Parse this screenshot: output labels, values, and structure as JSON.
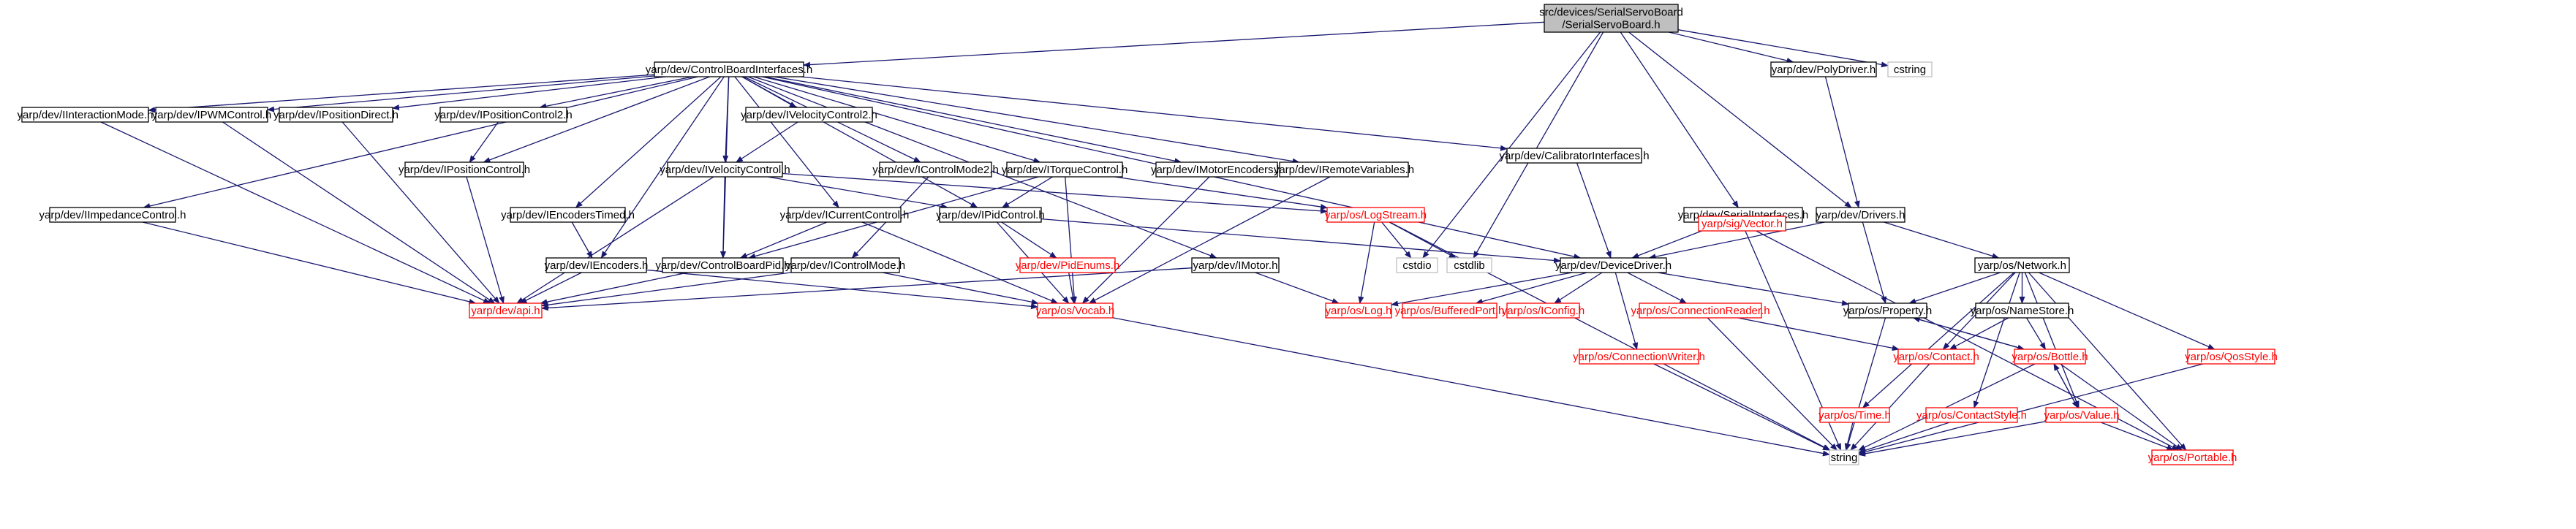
{
  "diagram": {
    "type": "include-dependency-graph",
    "colors": {
      "root_fill": "#bfbfbf",
      "node_fill": "#ffffff",
      "linked_border": "#000000",
      "linked_text": "#000000",
      "external_border": "#ff0000",
      "external_text": "#ff0000",
      "system_border": "#bfbfbf",
      "edge": "#191970"
    },
    "nodes": [
      {
        "id": "root",
        "label": [
          "src/devices/SerialServoBoard",
          "/SerialServoBoard.h"
        ],
        "kind": "root"
      },
      {
        "id": "cbi",
        "label": [
          "yarp/dev/ControlBoardInterfaces.h"
        ],
        "kind": "link"
      },
      {
        "id": "polydrv",
        "label": [
          "yarp/dev/PolyDriver.h"
        ],
        "kind": "link"
      },
      {
        "id": "cstring",
        "label": [
          "cstring"
        ],
        "kind": "system"
      },
      {
        "id": "iim",
        "label": [
          "yarp/dev/IInteractionMode.h"
        ],
        "kind": "link"
      },
      {
        "id": "ipwm",
        "label": [
          "yarp/dev/IPWMControl.h"
        ],
        "kind": "link"
      },
      {
        "id": "ipd",
        "label": [
          "yarp/dev/IPositionDirect.h"
        ],
        "kind": "link"
      },
      {
        "id": "ipc2",
        "label": [
          "yarp/dev/IPositionControl2.h"
        ],
        "kind": "link"
      },
      {
        "id": "ivc2",
        "label": [
          "yarp/dev/IVelocityControl2.h"
        ],
        "kind": "link"
      },
      {
        "id": "calib",
        "label": [
          "yarp/dev/CalibratorInterfaces.h"
        ],
        "kind": "link"
      },
      {
        "id": "ipc",
        "label": [
          "yarp/dev/IPositionControl.h"
        ],
        "kind": "link"
      },
      {
        "id": "ivc",
        "label": [
          "yarp/dev/IVelocityControl.h"
        ],
        "kind": "link"
      },
      {
        "id": "icm2",
        "label": [
          "yarp/dev/IControlMode2.h"
        ],
        "kind": "link"
      },
      {
        "id": "itc",
        "label": [
          "yarp/dev/ITorqueControl.h"
        ],
        "kind": "link"
      },
      {
        "id": "ime",
        "label": [
          "yarp/dev/IMotorEncoders.h"
        ],
        "kind": "link"
      },
      {
        "id": "irv",
        "label": [
          "yarp/dev/IRemoteVariables.h"
        ],
        "kind": "link"
      },
      {
        "id": "serif",
        "label": [
          "yarp/dev/SerialInterfaces.h"
        ],
        "kind": "link"
      },
      {
        "id": "drivers",
        "label": [
          "yarp/dev/Drivers.h"
        ],
        "kind": "link"
      },
      {
        "id": "iimp",
        "label": [
          "yarp/dev/IImpedanceControl.h"
        ],
        "kind": "link"
      },
      {
        "id": "iet",
        "label": [
          "yarp/dev/IEncodersTimed.h"
        ],
        "kind": "link"
      },
      {
        "id": "icc",
        "label": [
          "yarp/dev/ICurrentControl.h"
        ],
        "kind": "link"
      },
      {
        "id": "ipid",
        "label": [
          "yarp/dev/IPidControl.h"
        ],
        "kind": "link"
      },
      {
        "id": "logstream",
        "label": [
          "yarp/os/LogStream.h"
        ],
        "kind": "external"
      },
      {
        "id": "svector",
        "label": [
          "yarp/sig/Vector.h"
        ],
        "kind": "external"
      },
      {
        "id": "ienc",
        "label": [
          "yarp/dev/IEncoders.h"
        ],
        "kind": "link"
      },
      {
        "id": "cbpid",
        "label": [
          "yarp/dev/ControlBoardPid.h"
        ],
        "kind": "link"
      },
      {
        "id": "icm",
        "label": [
          "yarp/dev/IControlMode.h"
        ],
        "kind": "link"
      },
      {
        "id": "pidenums",
        "label": [
          "yarp/dev/PidEnums.h"
        ],
        "kind": "external"
      },
      {
        "id": "imotor",
        "label": [
          "yarp/dev/IMotor.h"
        ],
        "kind": "link"
      },
      {
        "id": "cstdio",
        "label": [
          "cstdio"
        ],
        "kind": "system"
      },
      {
        "id": "cstdlib",
        "label": [
          "cstdlib"
        ],
        "kind": "system"
      },
      {
        "id": "devdrv",
        "label": [
          "yarp/dev/DeviceDriver.h"
        ],
        "kind": "link"
      },
      {
        "id": "network",
        "label": [
          "yarp/os/Network.h"
        ],
        "kind": "link"
      },
      {
        "id": "api",
        "label": [
          "yarp/dev/api.h"
        ],
        "kind": "external"
      },
      {
        "id": "vocab",
        "label": [
          "yarp/os/Vocab.h"
        ],
        "kind": "external"
      },
      {
        "id": "log",
        "label": [
          "yarp/os/Log.h"
        ],
        "kind": "external"
      },
      {
        "id": "bufport",
        "label": [
          "yarp/os/BufferedPort.h"
        ],
        "kind": "external"
      },
      {
        "id": "iconfig",
        "label": [
          "yarp/os/IConfig.h"
        ],
        "kind": "external"
      },
      {
        "id": "connreader",
        "label": [
          "yarp/os/ConnectionReader.h"
        ],
        "kind": "external"
      },
      {
        "id": "property",
        "label": [
          "yarp/os/Property.h"
        ],
        "kind": "link"
      },
      {
        "id": "namestore",
        "label": [
          "yarp/os/NameStore.h"
        ],
        "kind": "link"
      },
      {
        "id": "qosstyle",
        "label": [
          "yarp/os/QosStyle.h"
        ],
        "kind": "external"
      },
      {
        "id": "connwriter",
        "label": [
          "yarp/os/ConnectionWriter.h"
        ],
        "kind": "external"
      },
      {
        "id": "contact",
        "label": [
          "yarp/os/Contact.h"
        ],
        "kind": "external"
      },
      {
        "id": "bottle",
        "label": [
          "yarp/os/Bottle.h"
        ],
        "kind": "external"
      },
      {
        "id": "ostime",
        "label": [
          "yarp/os/Time.h"
        ],
        "kind": "external"
      },
      {
        "id": "contactstyle",
        "label": [
          "yarp/os/ContactStyle.h"
        ],
        "kind": "external"
      },
      {
        "id": "value",
        "label": [
          "yarp/os/Value.h"
        ],
        "kind": "external"
      },
      {
        "id": "string",
        "label": [
          "string"
        ],
        "kind": "system"
      },
      {
        "id": "portable",
        "label": [
          "yarp/os/Portable.h"
        ],
        "kind": "external"
      }
    ],
    "edges": [
      [
        "root",
        "cbi"
      ],
      [
        "root",
        "polydrv"
      ],
      [
        "root",
        "cstring"
      ],
      [
        "root",
        "serif"
      ],
      [
        "root",
        "drivers"
      ],
      [
        "root",
        "cstdio"
      ],
      [
        "root",
        "cstdlib"
      ],
      [
        "cbi",
        "iim"
      ],
      [
        "cbi",
        "ipwm"
      ],
      [
        "cbi",
        "ipd"
      ],
      [
        "cbi",
        "ipc2"
      ],
      [
        "cbi",
        "ivc2"
      ],
      [
        "cbi",
        "calib"
      ],
      [
        "cbi",
        "ipc"
      ],
      [
        "cbi",
        "ivc"
      ],
      [
        "cbi",
        "icm2"
      ],
      [
        "cbi",
        "itc"
      ],
      [
        "cbi",
        "ime"
      ],
      [
        "cbi",
        "irv"
      ],
      [
        "cbi",
        "iimp"
      ],
      [
        "cbi",
        "iet"
      ],
      [
        "cbi",
        "icc"
      ],
      [
        "cbi",
        "ipid"
      ],
      [
        "cbi",
        "ienc"
      ],
      [
        "cbi",
        "cbpid"
      ],
      [
        "cbi",
        "imotor"
      ],
      [
        "cbi",
        "devdrv"
      ],
      [
        "polydrv",
        "drivers"
      ],
      [
        "iim",
        "api"
      ],
      [
        "ipwm",
        "api"
      ],
      [
        "ipd",
        "api"
      ],
      [
        "ipc2",
        "ipc"
      ],
      [
        "ivc2",
        "ivc"
      ],
      [
        "ipc",
        "api"
      ],
      [
        "ivc",
        "api"
      ],
      [
        "ivc",
        "cbpid"
      ],
      [
        "ivc",
        "ipid"
      ],
      [
        "ivc",
        "logstream"
      ],
      [
        "icm2",
        "icm"
      ],
      [
        "itc",
        "ipid"
      ],
      [
        "itc",
        "cbpid"
      ],
      [
        "itc",
        "vocab"
      ],
      [
        "itc",
        "logstream"
      ],
      [
        "ime",
        "vocab"
      ],
      [
        "irv",
        "vocab"
      ],
      [
        "calib",
        "devdrv"
      ],
      [
        "serif",
        "devdrv"
      ],
      [
        "serif",
        "svector"
      ],
      [
        "drivers",
        "devdrv"
      ],
      [
        "drivers",
        "network"
      ],
      [
        "drivers",
        "property"
      ],
      [
        "iimp",
        "api"
      ],
      [
        "iet",
        "ienc"
      ],
      [
        "icc",
        "cbpid"
      ],
      [
        "icc",
        "vocab"
      ],
      [
        "ipid",
        "pidenums"
      ],
      [
        "ipid",
        "vocab"
      ],
      [
        "ipid",
        "devdrv"
      ],
      [
        "logstream",
        "log"
      ],
      [
        "logstream",
        "cstdio"
      ],
      [
        "logstream",
        "cstdlib"
      ],
      [
        "logstream",
        "string"
      ],
      [
        "svector",
        "string"
      ],
      [
        "svector",
        "portable"
      ],
      [
        "ienc",
        "api"
      ],
      [
        "ienc",
        "vocab"
      ],
      [
        "cbpid",
        "api"
      ],
      [
        "icm",
        "api"
      ],
      [
        "icm",
        "vocab"
      ],
      [
        "pidenums",
        "vocab"
      ],
      [
        "imotor",
        "api"
      ],
      [
        "imotor",
        "log"
      ],
      [
        "devdrv",
        "log"
      ],
      [
        "devdrv",
        "bufport"
      ],
      [
        "devdrv",
        "iconfig"
      ],
      [
        "devdrv",
        "connreader"
      ],
      [
        "devdrv",
        "connwriter"
      ],
      [
        "devdrv",
        "property"
      ],
      [
        "network",
        "property"
      ],
      [
        "network",
        "namestore"
      ],
      [
        "network",
        "qosstyle"
      ],
      [
        "network",
        "contact"
      ],
      [
        "network",
        "ostime"
      ],
      [
        "network",
        "contactstyle"
      ],
      [
        "network",
        "value"
      ],
      [
        "network",
        "portable"
      ],
      [
        "vocab",
        "string"
      ],
      [
        "connreader",
        "contact"
      ],
      [
        "connreader",
        "string"
      ],
      [
        "property",
        "bottle"
      ],
      [
        "property",
        "string"
      ],
      [
        "namestore",
        "contact"
      ],
      [
        "namestore",
        "bottle"
      ],
      [
        "qosstyle",
        "string"
      ],
      [
        "connwriter",
        "string"
      ],
      [
        "contact",
        "string"
      ],
      [
        "bottle",
        "property"
      ],
      [
        "bottle",
        "value"
      ],
      [
        "bottle",
        "string"
      ],
      [
        "bottle",
        "portable"
      ],
      [
        "ostime",
        "string"
      ],
      [
        "contactstyle",
        "string"
      ],
      [
        "value",
        "bottle"
      ],
      [
        "value",
        "string"
      ],
      [
        "value",
        "portable"
      ]
    ]
  }
}
